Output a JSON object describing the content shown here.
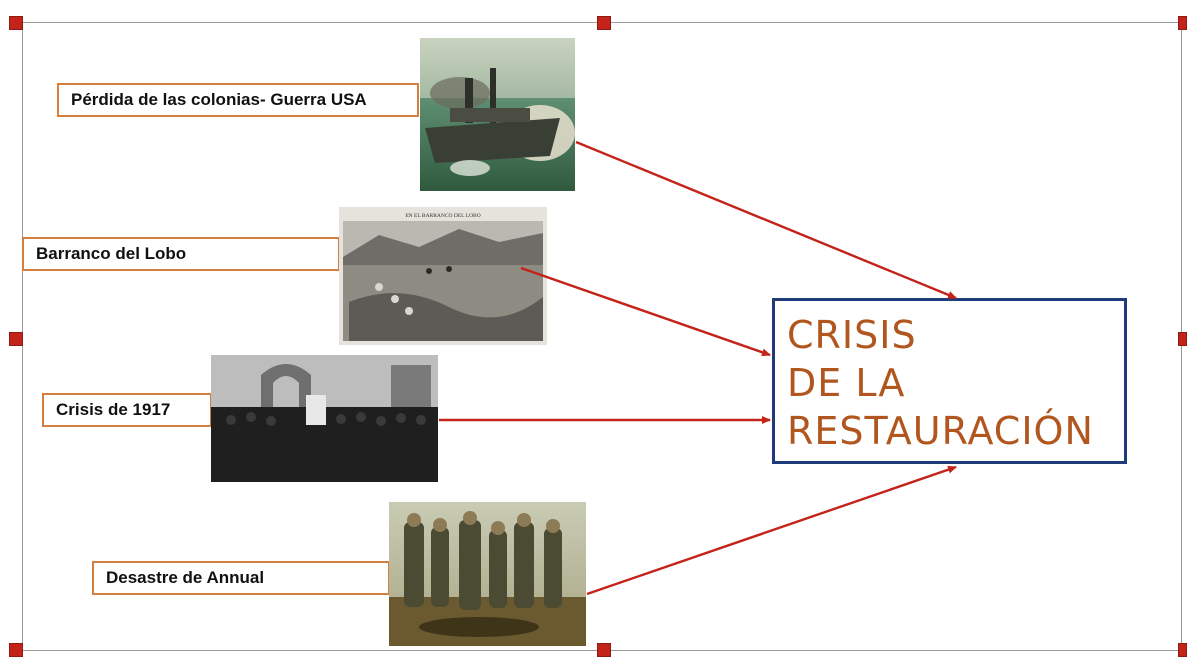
{
  "diagram": {
    "center": {
      "lines": [
        "CRISIS",
        "DE LA",
        "RESTAURACIÓN"
      ]
    },
    "causes": [
      {
        "label": "Pérdida de las colonias- Guerra USA",
        "image": "battleship-painting"
      },
      {
        "label": "Barranco del Lobo",
        "image": "barranco-photo",
        "caption": "EN EL BARRANCO DEL LOBO"
      },
      {
        "label": "Crisis de 1917",
        "image": "crowd-photo"
      },
      {
        "label": "Desastre de Annual",
        "image": "soldiers-photo"
      }
    ],
    "colors": {
      "arrow": "#c4231a",
      "label_border": "#d57f3f",
      "center_border": "#1f3b7a",
      "center_text": "#b0561e"
    }
  }
}
